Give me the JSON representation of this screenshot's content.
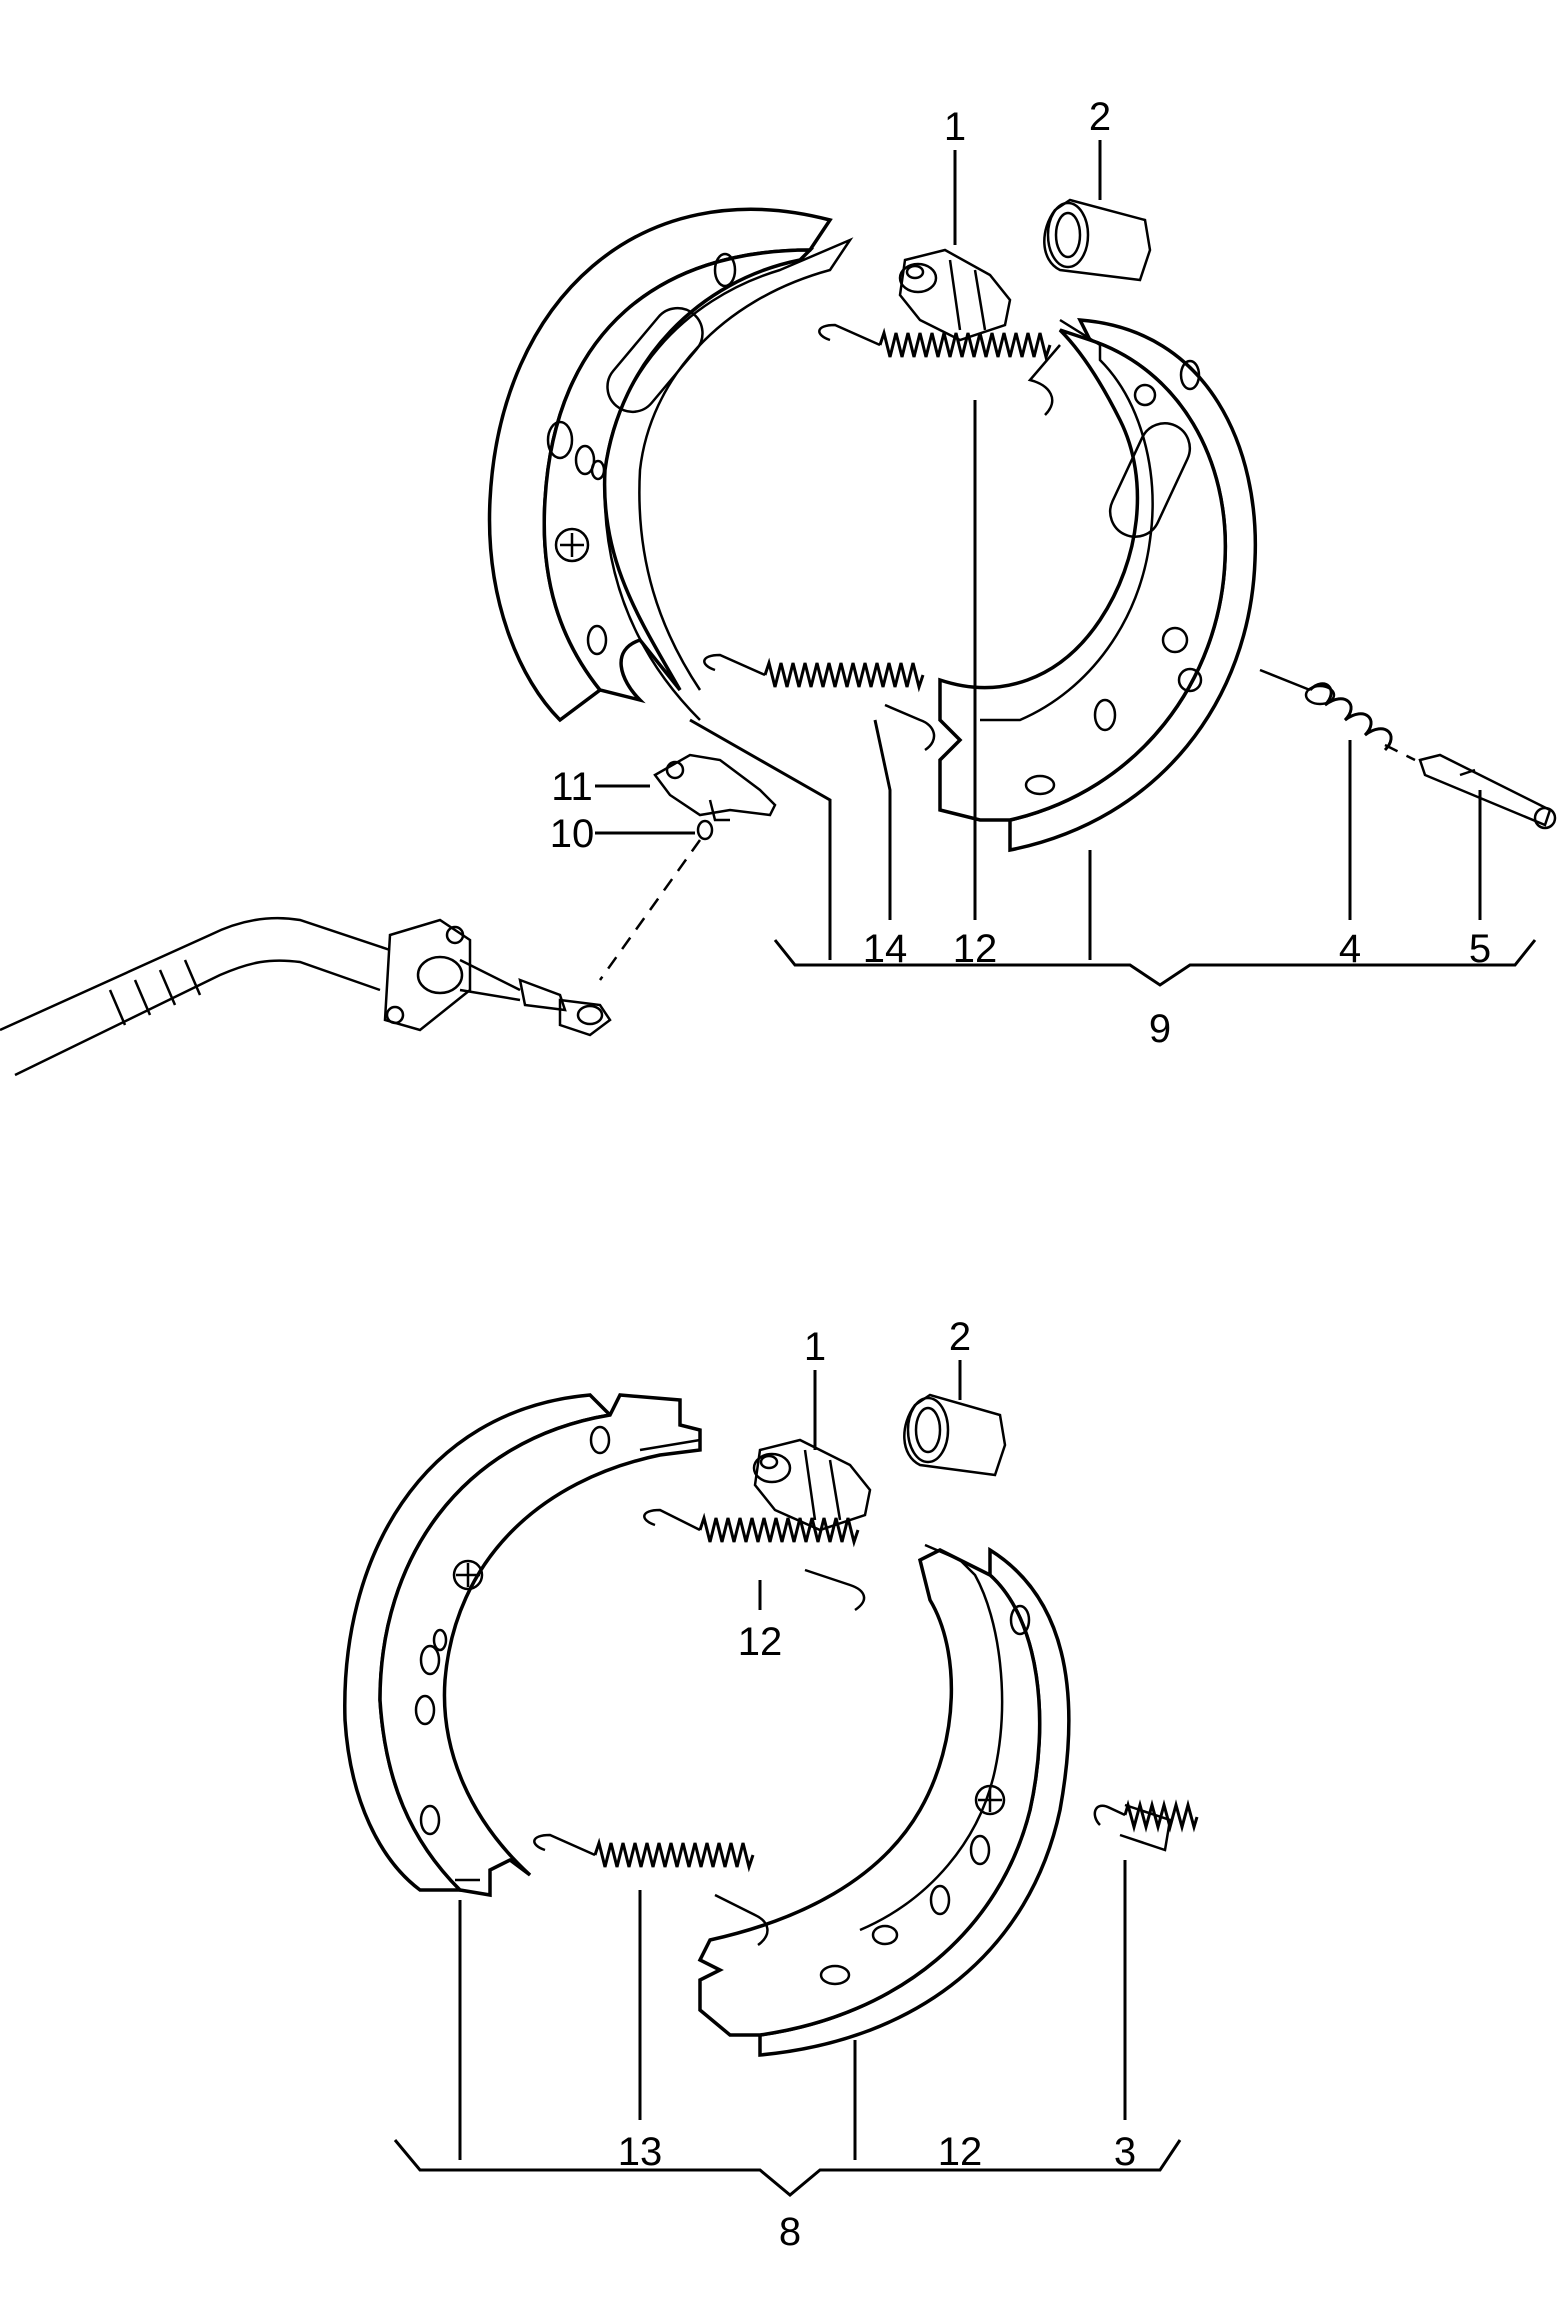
{
  "top_assembly": {
    "callouts": {
      "adjuster": "1",
      "sleeve": "2",
      "spring_upper": "12",
      "spring_lower": "14",
      "lever": "11",
      "clip": "10",
      "hold_spring": "4",
      "hold_pin": "5",
      "shoe_set": "9"
    }
  },
  "bottom_assembly": {
    "callouts": {
      "adjuster": "1",
      "sleeve": "2",
      "spring_upper": "12",
      "spring_lower": "13",
      "shoe_right": "12",
      "small_spring": "3",
      "shoe_set": "8"
    }
  }
}
